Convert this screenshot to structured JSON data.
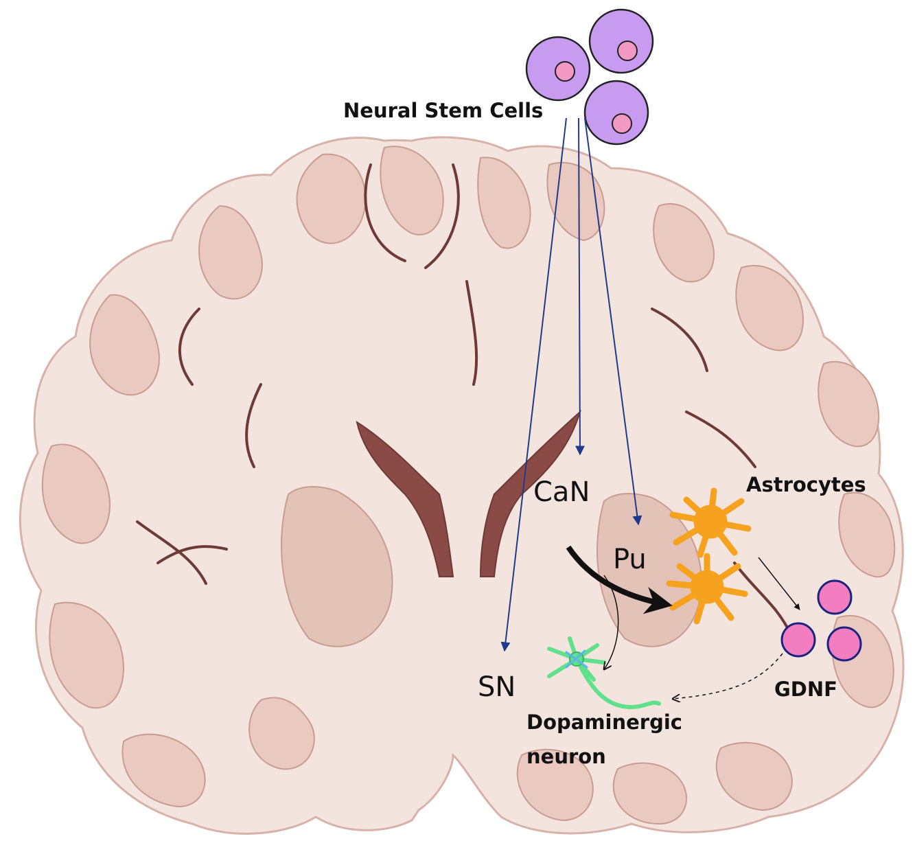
{
  "labels": {
    "stem_cells": "Neural Stem Cells",
    "caudate": "CaN",
    "putamen": "Pu",
    "substantia_nigra": "SN",
    "astrocytes": "Astrocytes",
    "gdnf": "GDNF",
    "dopaminergic_line1": "Dopaminergic",
    "dopaminergic_line2": "neuron"
  },
  "colors": {
    "brain_fill": "#f3e4de",
    "gyrus_fill": "#e9c9c0",
    "sulcus": "#6e3a36",
    "ventricle": "#8a4a46",
    "stem_cell": "#c79cf0",
    "nucleus": "#f29ac4",
    "astrocyte": "#f7a21e",
    "gdnf": "#f27ec1",
    "neuron": "#5fe08a",
    "arrow_blue": "#1f3a8a"
  },
  "icons": [
    "stem-cell-icon",
    "astrocyte-icon",
    "gdnf-particle-icon",
    "dopaminergic-neuron-icon"
  ]
}
